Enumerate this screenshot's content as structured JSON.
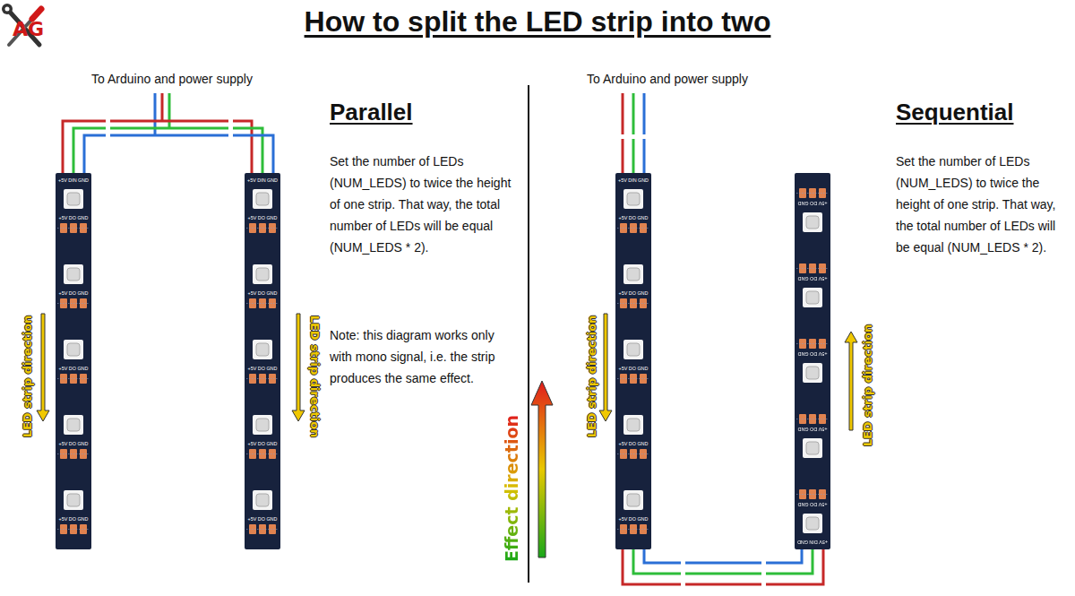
{
  "diagram": {
    "title": "How to split the LED strip into two",
    "nodes": [
      {
        "text": [
          "+5V DIN GND",
          "+5V DO GND",
          "+5V DO GND",
          "+5V DO GND",
          "+5V DO GND",
          "+5V DO GND"
        ]
      },
      {
        "text": [
          "+5V DIN GND",
          "+5V DO GND",
          "+5V DO GND",
          "+5V DO GND",
          "+5V DO GND",
          "+5V DO GND"
        ]
      },
      {
        "text": [
          "+5V DIN GND",
          "+5V DO GND",
          "+5V DO GND",
          "+5V DO GND",
          "+5V DO GND",
          "+5V DO GND"
        ]
      },
      {
        "text": [
          "+5V DIN GND",
          "+5V DO GND",
          "+5V DO GND",
          "+5V DO GND",
          "+5V DO GND",
          "+5V DO GND"
        ]
      }
    ],
    "edges": [
      {
        "from": 0,
        "to": 1,
        "arrow": "none"
      },
      {
        "from": 2,
        "to": 3,
        "arrow": "none"
      }
    ],
    "labels": [
      "AG",
      "To Arduino and power supply",
      "Parallel",
      "Set the number of LEDs (NUM_LEDS) to twice the height of one strip. That way, the total number of LEDs will be equal (NUM_LEDS * 2).",
      "Note: this diagram works only with mono signal, i.e. the strip produces the same effect.",
      "LED strip direction",
      "LED strip direction",
      "To Arduino and power supply",
      "Sequential",
      "Set the number of LEDs (NUM_LEDS) to twice the height of one strip. That way, the total number of LEDs will be equal (NUM_LEDS * 2).",
      "LED strip direction",
      "LED strip direction",
      "Effect direction"
    ]
  }
}
